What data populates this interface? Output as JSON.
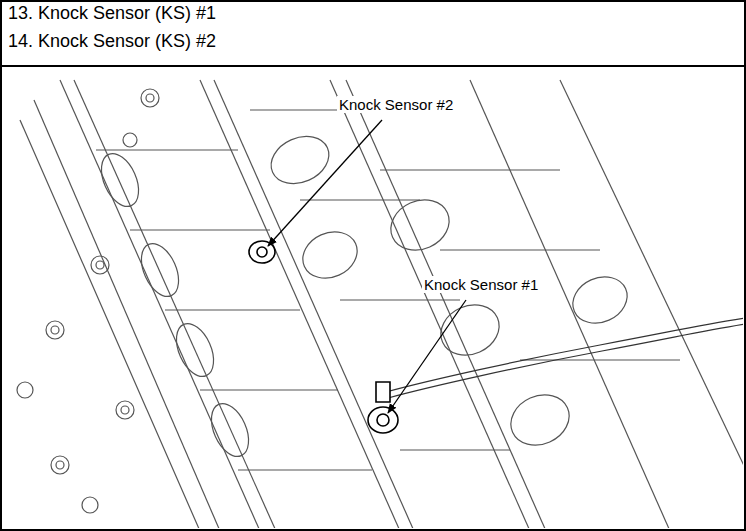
{
  "diagram": {
    "labels": [
      "13. Knock Sensor (KS) #1",
      "14. Knock Sensor (KS) #2",
      "Knock Sensor #2",
      "Knock Sensor #1"
    ]
  }
}
